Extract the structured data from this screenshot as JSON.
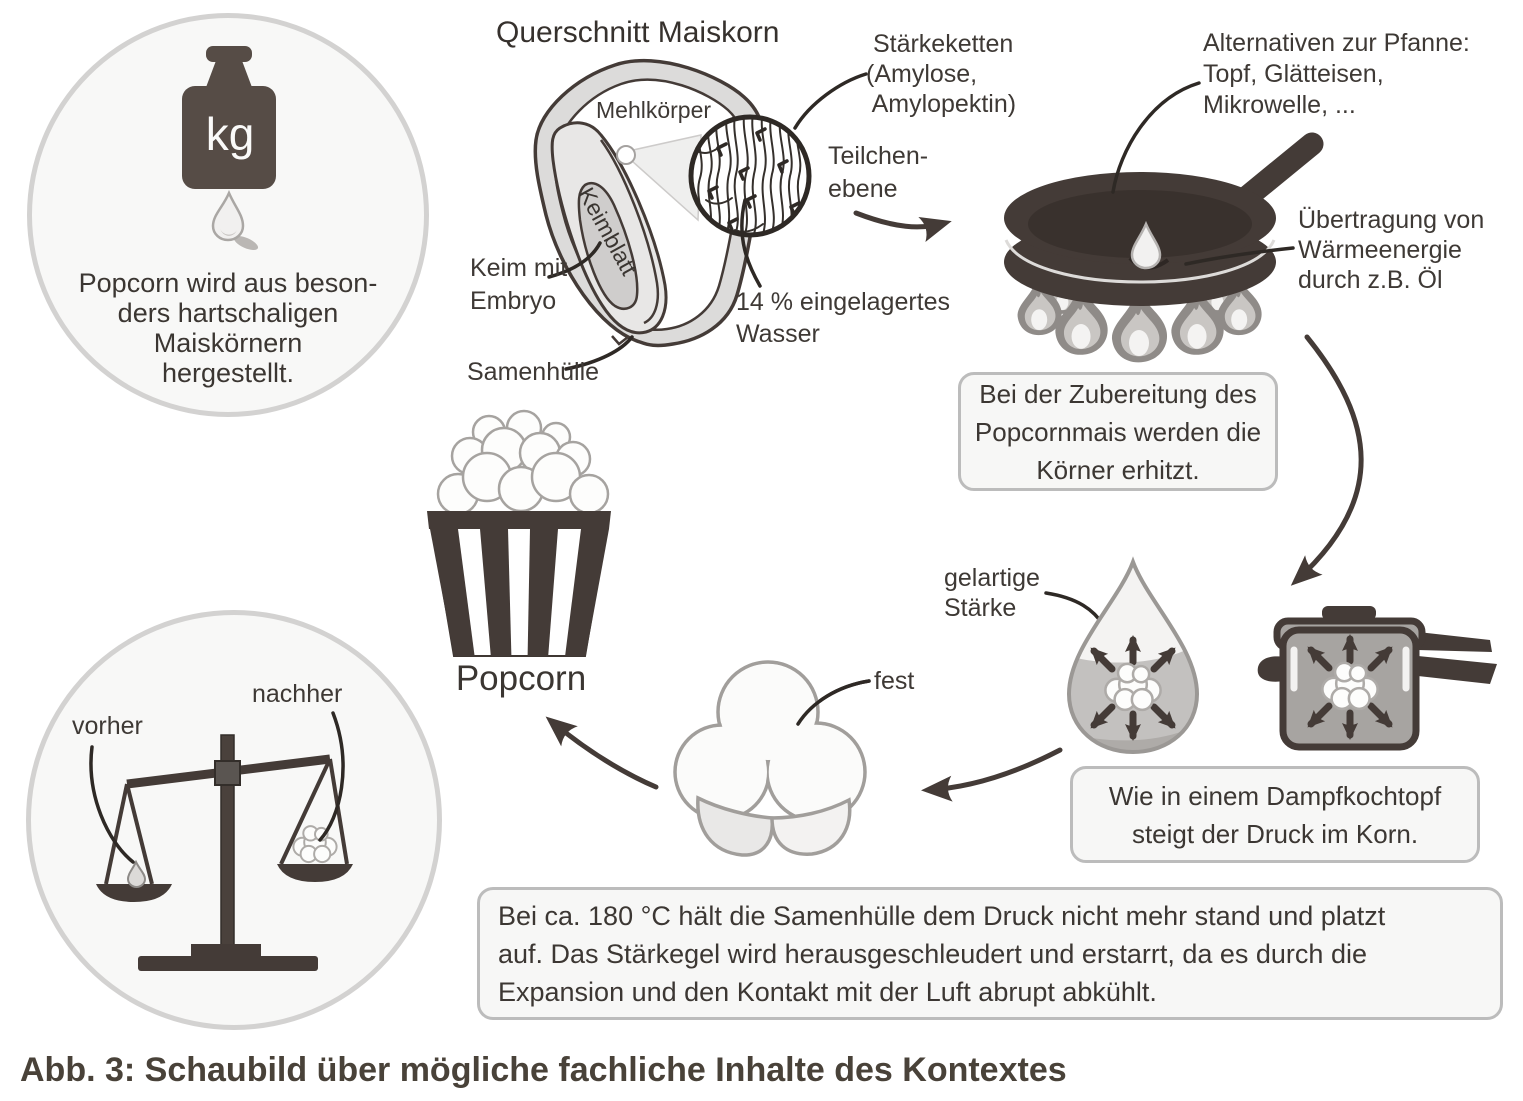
{
  "caption": "Abb. 3: Schaubild über mögliche fachliche Inhalte des Kontextes",
  "colors": {
    "ink": "#443b37",
    "panel_bg": "#f7f7f6",
    "panel_border": "#bcbcbc",
    "grey_mid": "#a19e9b",
    "grey_fill": "#c3c1bf"
  },
  "intro": {
    "kg_label": "kg",
    "text": "Popcorn wird aus beson-\nders hartschaligen\nMaiskörnern\nhergestellt."
  },
  "kernel": {
    "title": "Querschnitt Maiskorn",
    "mehlkoerper": "Mehlkörper",
    "keimblatt": "Keimblatt",
    "keim_mit_embryo": "Keim mit\nEmbryo",
    "samenhuelle": "Samenhülle",
    "staerkeketten": " Stärkeketten\n(Amylose,\n Amylopektin)",
    "teilchenebene": "Teilchen-\nebene",
    "wasser": "14 % eingelagertes\nWasser"
  },
  "pan": {
    "alternativen": "Alternativen zur Pfanne:\nTopf, Glätteisen,\nMikrowelle, ...",
    "uebertragung": "Übertragung von\nWärmeenergie\ndurch z.B. Öl"
  },
  "boxes": {
    "heating": "Bei der Zubereitung des\nPopcornmais werden die\nKörner erhitzt.",
    "pressure": "Wie in einem Dampfkochtopf\nsteigt der Druck im Korn.",
    "burst": "Bei ca. 180 °C hält die Samenhülle dem Druck nicht mehr stand und platzt\nauf. Das Stärkegel wird herausgeschleudert und erstarrt, da es durch die\nExpansion und den Kontakt mit der Luft abrupt abkühlt."
  },
  "droplet": {
    "label": "gelartige\nStärke"
  },
  "popcorn": {
    "bucket_label": "Popcorn",
    "fest": "fest"
  },
  "scale": {
    "vorher": "vorher",
    "nachher": "nachher"
  }
}
